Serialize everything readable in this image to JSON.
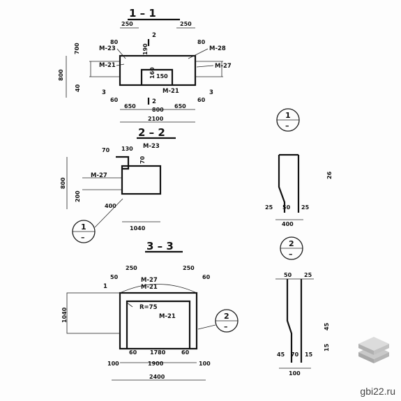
{
  "sections": {
    "s11": "1 – 1",
    "s22": "2 – 2",
    "s33": "3 – 3"
  },
  "callouts": {
    "c1_num": "1",
    "c1_sub": "–",
    "c2_num": "2",
    "c2_sub": "–"
  },
  "marks": {
    "m23": "M-23",
    "m28": "M-28",
    "m21": "M-21",
    "m27": "M-27",
    "m21b": "M-21",
    "m23b": "M-23",
    "m27b": "M-27",
    "m27c": "M-27",
    "m21c": "M-21",
    "m21d": "M-21",
    "r75": "R=75"
  },
  "dims": {
    "d250a": "250",
    "d250b": "250",
    "d80a": "80",
    "d80b": "80",
    "d2a": "2",
    "d2b": "2",
    "d800v": "800",
    "d700": "700",
    "d190": "190",
    "d160": "160",
    "d150": "150",
    "d40": "40",
    "d3a": "3",
    "d3b": "3",
    "d60a": "60",
    "d60b": "60",
    "d650a": "650",
    "d800h": "800",
    "d650b": "650",
    "d2100": "2100",
    "d70": "70",
    "d130": "130",
    "d70b": "70",
    "d800v2": "800",
    "d200": "200",
    "d400": "400",
    "d1040": "1040",
    "d26": "26",
    "d25a": "25",
    "d50": "50",
    "d25b": "25",
    "d400b": "400",
    "d250c": "250",
    "d250d": "250",
    "d50b": "50",
    "d60c": "60",
    "d1a": "1",
    "d1040v": "1040",
    "d60d": "60",
    "d1780": "1780",
    "d60e": "60",
    "d1900": "1900",
    "d100a": "100",
    "d100b": "100",
    "d2400": "2400",
    "d50c": "50",
    "d25c": "25",
    "d45": "45",
    "d15": "15",
    "d100c": "100",
    "d45b": "45",
    "d70c": "70",
    "d15b": "15"
  },
  "watermark": "gbi22.ru"
}
